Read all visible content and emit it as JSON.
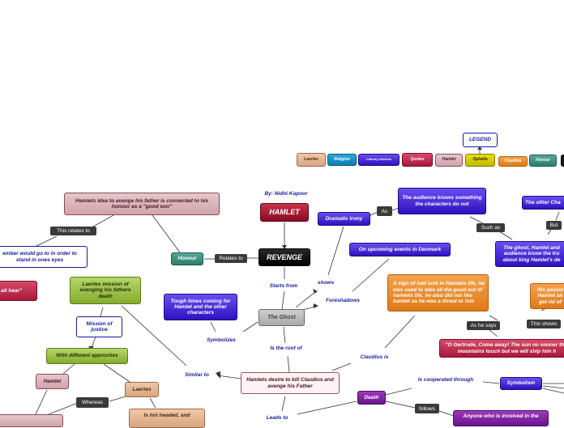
{
  "map": {
    "author": "By: Nidhi Kapoor",
    "hamlet": "HAMLET",
    "revenge": "REVENGE",
    "starts_from": "Starts from",
    "the_ghost": "The Ghost",
    "symbolizes": "Symbolizes",
    "tough_times": "Tough times coming for Hamlet and the other characters",
    "is_root_of": "Is the root of",
    "desire": "Hamlets desire to kill Claudius and avenge his Father",
    "similar_to": "Similar to",
    "leads_to": "Leads to",
    "relates_to": "Relates to",
    "honour": "Honour",
    "idea_avenge": "Hamlets idea to avenge his father is connected to his honour as a \"good son\"",
    "this_relates_to": "This relates to",
    "remember_partial": "ember would go to in order to stand in ones eyes",
    "alt_hear_partial": "alt hear\"",
    "laertes_mission": "Laertes mission of avenging his fathers death",
    "mission_of_justice": "Mission of justice",
    "with_different": "With different approches",
    "hamlet_small": "Hamlet",
    "laertes_small": "Laertes",
    "whereas": "Whereas",
    "hot_headed": "Is hot headed, and",
    "shows": "shows",
    "dramatic_irony": "Dramatic irony",
    "as_label": "As",
    "audience_knows": "The audience knows something the characters do not",
    "such_as": "Such as",
    "other_char_partial": "The other Cha",
    "but_label": "But",
    "ghost_hamlet_partial": "The ghost, Hamlet and audience know the tru about king Hamlet's de",
    "foreshadows": "Foreshadows",
    "upcoming_events": "On upcoming events in Denmark",
    "sign_bad_luck": "A sign of bad luck in Hamlets life, he was used to take all the good out of hamlets life, he also did not like hamlet as he was a threat to him",
    "his_passion_partial": "His passio Hamlet an get rid of",
    "this_shows": "This shows",
    "as_he_says": "As he says",
    "gertrude_quote": "\"O Gertrude, Come away! The sun no sooner this mountains touch but we will ship him h",
    "claudius_is": "Claudius is",
    "is_cooperated_through": "Is cooperated through",
    "symbolism": "Symbolism",
    "death": "Death",
    "follows": "follows",
    "anyone_involved": "Anyone who is involved in the"
  },
  "legend": {
    "title": "LEGEND",
    "items": [
      "Laertes",
      "Religion",
      "Literary Devices",
      "Quotes",
      "Hamlet",
      "Ophelia",
      "Claudius",
      "Honour"
    ]
  }
}
